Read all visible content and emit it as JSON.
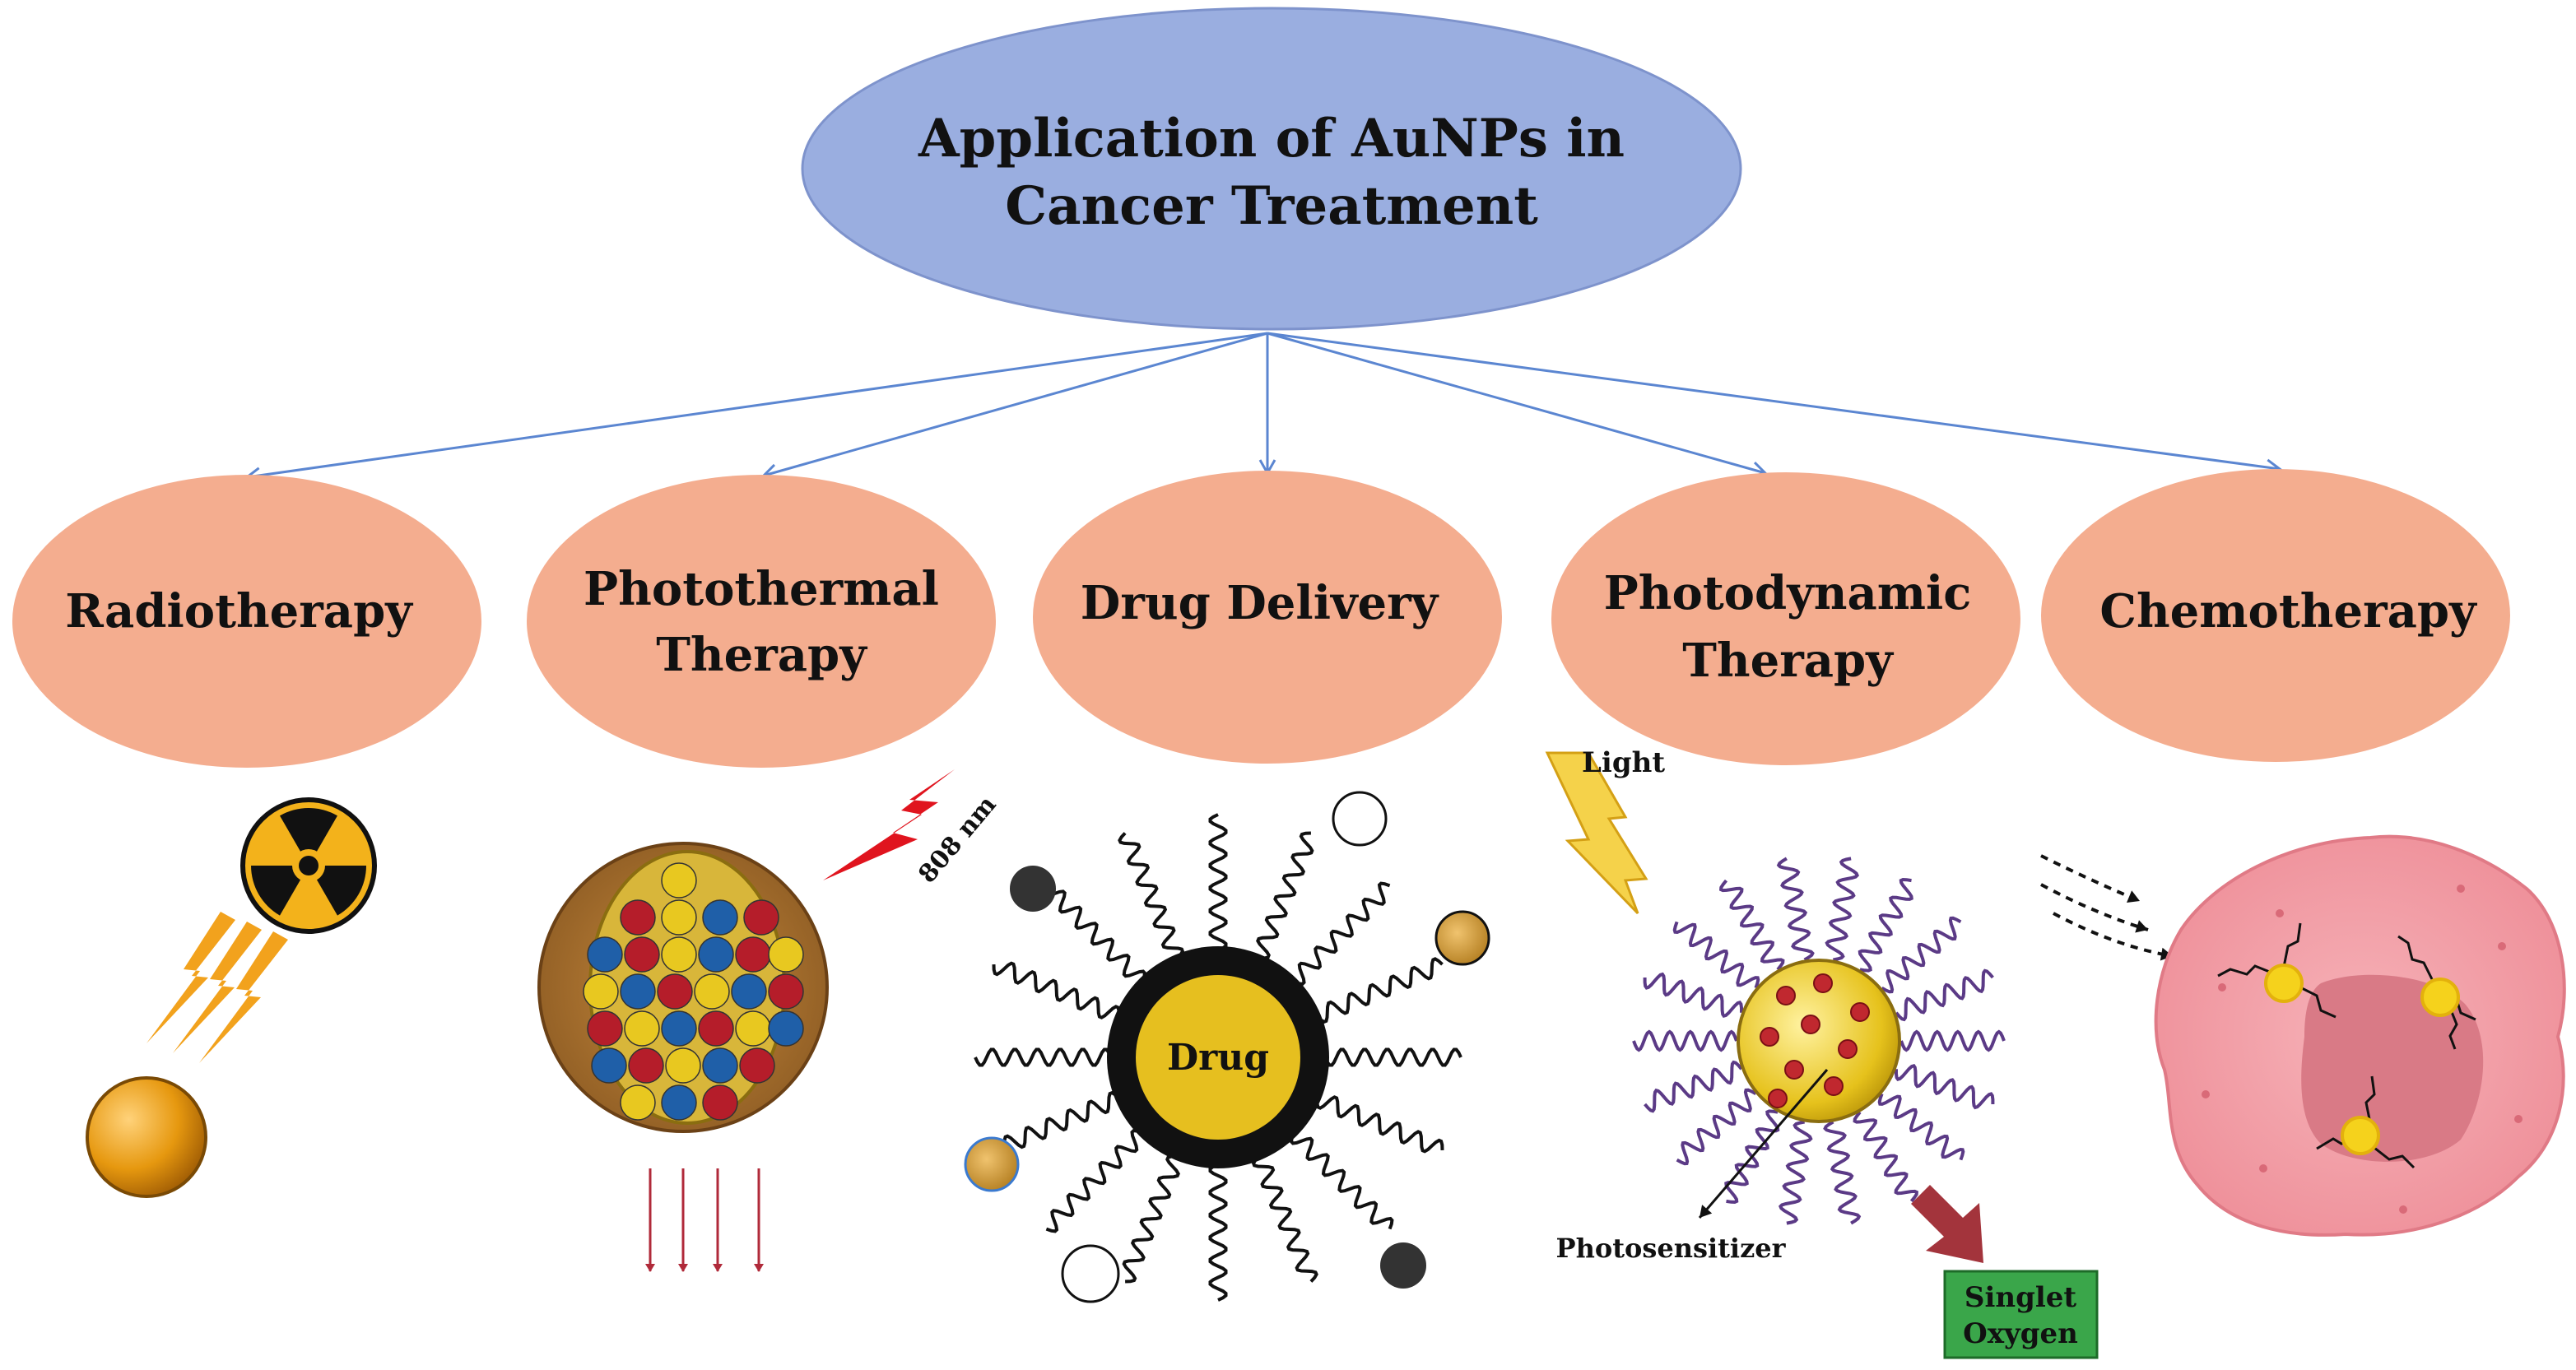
{
  "title": {
    "line1": "Application of AuNPs in",
    "line2": "Cancer Treatment",
    "fill": "#9aaee0",
    "stroke": "#7e93cc"
  },
  "branch_style": {
    "fill": "#f4ad8f",
    "arrow_color": "#5b86d1"
  },
  "branches": [
    {
      "id": "radiotherapy",
      "lines": [
        "Radiotherapy"
      ]
    },
    {
      "id": "photothermal",
      "lines": [
        "Photothermal",
        "Therapy"
      ]
    },
    {
      "id": "drug-delivery",
      "lines": [
        "Drug Delivery"
      ]
    },
    {
      "id": "photodynamic",
      "lines": [
        "Photodynamic",
        "Therapy"
      ]
    },
    {
      "id": "chemotherapy",
      "lines": [
        "Chemotherapy"
      ]
    }
  ],
  "illustrations": {
    "photothermal_wavelength": "808 nm",
    "drug_core_label": "Drug",
    "light_label": "Light",
    "photosensitizer_label": "Photosensitizer",
    "singlet_oxygen_line1": "Singlet",
    "singlet_oxygen_line2": "Oxygen"
  },
  "colors": {
    "gold": "#e6bf1f",
    "orange_sphere": "#d98a0e",
    "bolt": "#f2a21d",
    "red_bolt": "#e0141e",
    "cell": "#f2a0a8",
    "nucleus": "#d97a86",
    "purple_chain": "#5b3a86",
    "singlet_box": "#3aa64a"
  }
}
